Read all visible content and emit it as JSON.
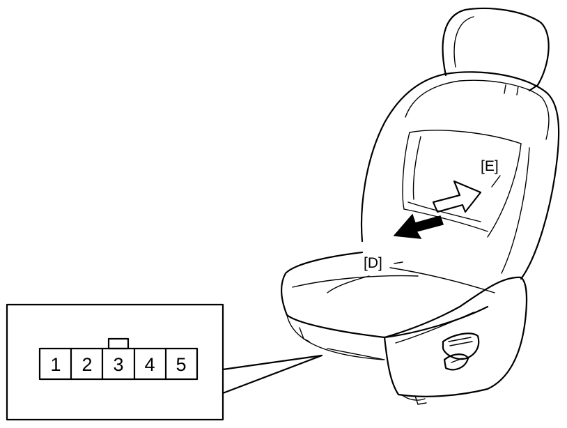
{
  "labels": {
    "e": "[E]",
    "d": "[D]"
  },
  "connector": {
    "pins": [
      "1",
      "2",
      "3",
      "4",
      "5"
    ]
  }
}
